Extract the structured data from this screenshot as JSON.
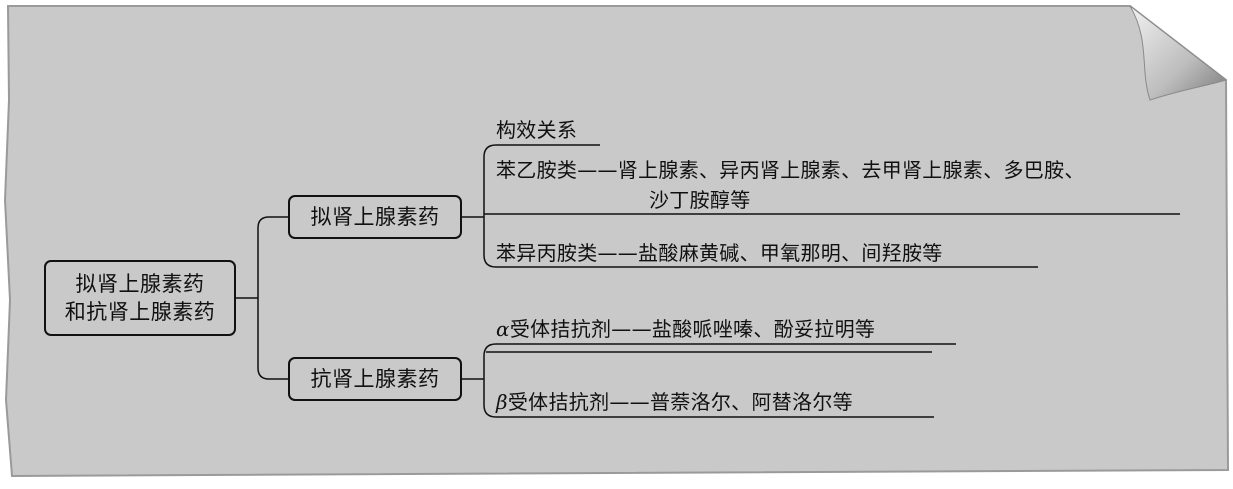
{
  "root": {
    "line1": "拟肾上腺素药",
    "line2": "和抗肾上腺素药"
  },
  "branches": {
    "agonist": {
      "label": "拟肾上腺素药",
      "items": {
        "sar": "构效关系",
        "phenethylamine_line1": "苯乙胺类——肾上腺素、异丙肾上腺素、去甲肾上腺素、多巴胺、",
        "phenethylamine_line2": "沙丁胺醇等",
        "phenylisopropylamine": "苯异丙胺类——盐酸麻黄碱、甲氧那明、间羟胺等"
      }
    },
    "antagonist": {
      "label": "抗肾上腺素药",
      "items": {
        "alpha_symbol": "α",
        "alpha_text": "受体拮抗剂——盐酸哌唑嗪、酚妥拉明等",
        "beta_symbol": "β",
        "beta_text": "受体拮抗剂——普萘洛尔、阿替洛尔等"
      }
    }
  },
  "colors": {
    "paper": "#c9c9c9",
    "line": "#111111"
  }
}
